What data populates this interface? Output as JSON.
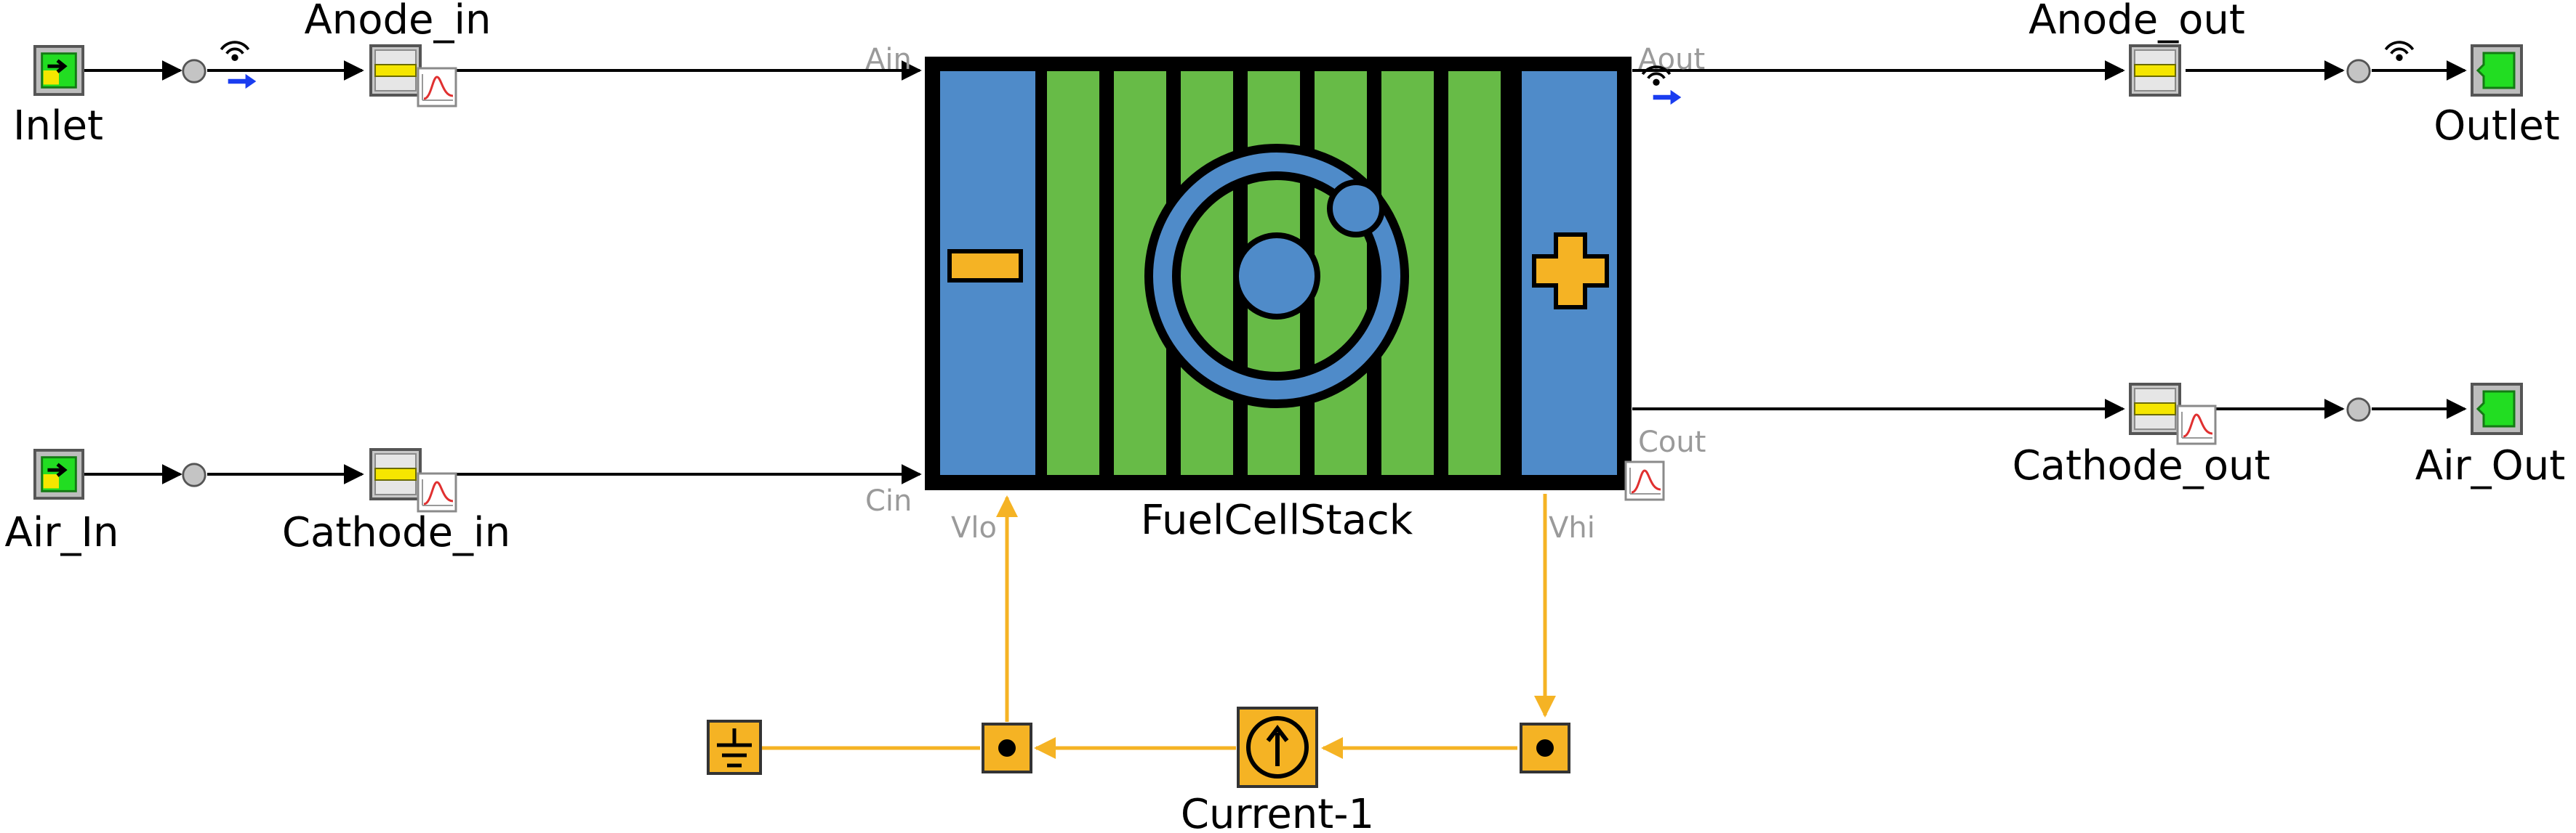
{
  "diagram": {
    "blocks": {
      "inlet": "Inlet",
      "anode_in": "Anode_in",
      "air_in": "Air_In",
      "cathode_in": "Cathode_in",
      "stack": "FuelCellStack",
      "anode_out": "Anode_out",
      "outlet": "Outlet",
      "cathode_out": "Cathode_out",
      "air_out": "Air_Out",
      "current": "Current-1"
    },
    "ports": {
      "ain": "Ain",
      "cin": "Cin",
      "aout": "Aout",
      "cout": "Cout",
      "vlo": "Vlo",
      "vhi": "Vhi"
    },
    "colors": {
      "electrical_wire": "#f5b324",
      "fluid_wire": "#000000",
      "stack_green": "#67bb47",
      "stack_blue": "#4f8bc9",
      "terminal_green": "#22dd22",
      "sensor_yellow": "#f5e600"
    },
    "icons": [
      "boundary-inlet-icon",
      "boundary-outlet-icon",
      "flow-sensor-icon",
      "pressure-node-icon",
      "wireless-flow-icon",
      "ground-icon",
      "current-source-icon",
      "electrical-node-icon",
      "plot-icon"
    ]
  }
}
